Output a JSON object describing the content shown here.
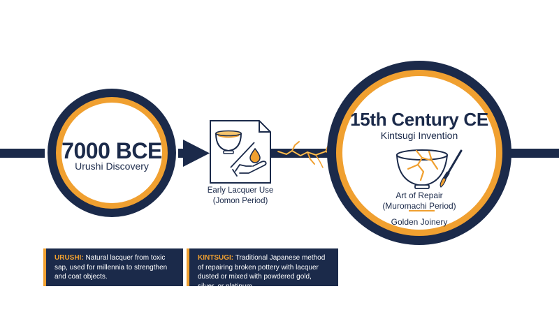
{
  "colors": {
    "navy": "#1b2a4a",
    "gold": "#f0a030",
    "gold_light": "#ffd36a",
    "background": "#ffffff"
  },
  "milestones": [
    {
      "title": "7000 BCE",
      "subtitle": "Urushi Discovery"
    },
    {
      "label_line1": "Early Lacquer Use",
      "label_line2": "(Jomon Period)",
      "icons": [
        "bowl-icon",
        "sap-drop-icon",
        "hand-icon"
      ]
    },
    {
      "title": "15th Century CE",
      "subtitle": "Kintsugi Invention",
      "art_line1": "Art of Repair",
      "art_line2": "(Muromachi Period)",
      "joinery": "Golden Joinery",
      "icons": [
        "cracked-bowl-icon",
        "brush-icon"
      ]
    }
  ],
  "notes": {
    "urushi": {
      "keyword": "URUSHI:",
      "text": " Natural lacquer from toxic sap, used for millennia to strengthen and coat objects."
    },
    "kintsugi": {
      "keyword": "KINTSUGI:",
      "text": " Traditional Japanese method of repairing broken pottery with lacquer dusted or mixed with powdered gold, silver, or platinum."
    }
  }
}
